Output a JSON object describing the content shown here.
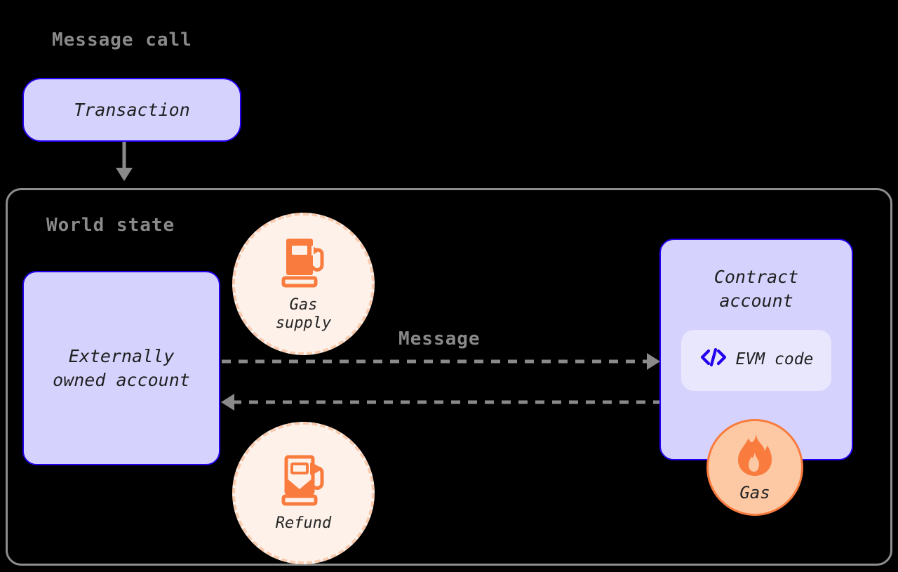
{
  "diagram": {
    "title": "Message call",
    "world_state_label": "World state",
    "message_label": "Message",
    "colors": {
      "box_fill": "#d5d3fd",
      "box_border": "#2200ee",
      "chip_fill": "#e8e7fe",
      "circle_fill": "#fdf1ea",
      "circle_border": "#f8cbaf",
      "accent_orange": "#f97b3d",
      "gas_badge_fill": "#fcc9a4",
      "arrow_gray": "#8a8a8a",
      "label_gray": "#8a8a8a",
      "background": "#000000"
    },
    "nodes": {
      "transaction": {
        "label": "Transaction"
      },
      "externally_owned_account": {
        "label": "Externally\nowned account"
      },
      "contract_account": {
        "label": "Contract\naccount",
        "evm_code_label": "EVM code",
        "evm_code_icon": "code-brackets-icon"
      },
      "gas_supply": {
        "label": "Gas\nsupply",
        "icon": "gas-pump-full-icon"
      },
      "refund": {
        "label": "Refund",
        "icon": "gas-pump-partial-icon"
      },
      "gas_badge": {
        "label": "Gas",
        "icon": "flame-icon"
      }
    },
    "edges": [
      {
        "name": "transaction-to-world-state",
        "style": "solid",
        "direction": "down",
        "label": ""
      },
      {
        "name": "eoa-to-contract",
        "style": "dashed",
        "direction": "right",
        "label": "Message"
      },
      {
        "name": "contract-to-eoa",
        "style": "dashed",
        "direction": "left",
        "label": ""
      }
    ]
  }
}
